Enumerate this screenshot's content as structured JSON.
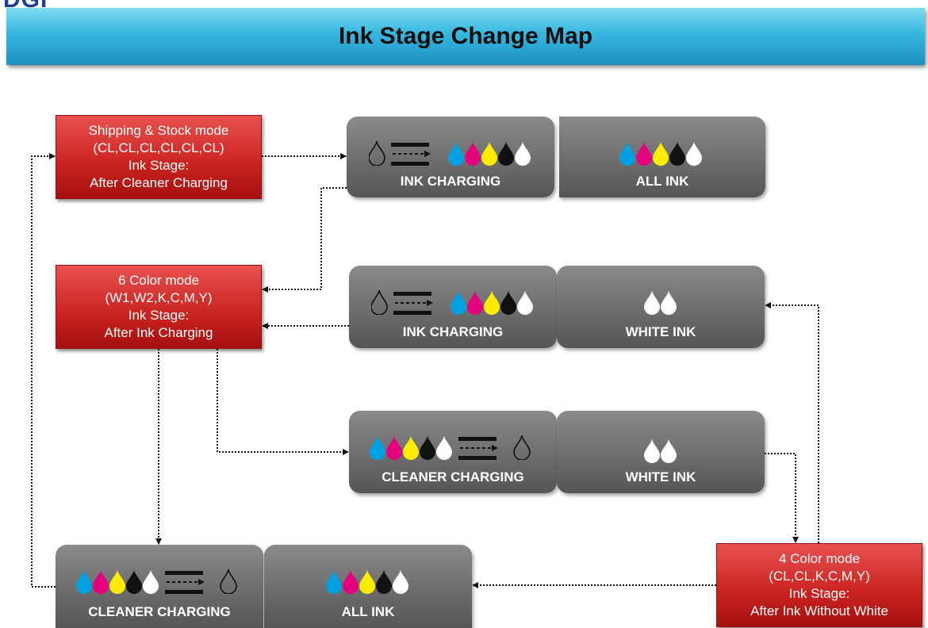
{
  "logo_text": "DGI",
  "title": "Ink Stage Change Map",
  "modes": {
    "shipping": [
      "Shipping & Stock mode",
      "(CL,CL,CL,CL,CL,CL)",
      "Ink Stage:",
      "After Cleaner Charging"
    ],
    "six_color": [
      "6 Color mode",
      "(W1,W2,K,C,M,Y)",
      "Ink Stage:",
      "After Ink Charging"
    ],
    "four_color": [
      "4 Color mode",
      "(CL,CL,K,C,M,Y)",
      "Ink Stage:",
      "After Ink Without White"
    ]
  },
  "panels": {
    "row1_process": "INK CHARGING",
    "row1_result": "ALL INK",
    "row2_process": "INK CHARGING",
    "row2_result": "WHITE INK",
    "row3_process": "CLEANER CHARGING",
    "row3_result": "WHITE INK",
    "row4_process": "CLEANER CHARGING",
    "row4_result": "ALL INK"
  },
  "ink_colors": {
    "cyan": "#00a0e3",
    "magenta": "#e5007e",
    "yellow": "#ffec00",
    "black": "#111111",
    "white": "#ffffff"
  }
}
